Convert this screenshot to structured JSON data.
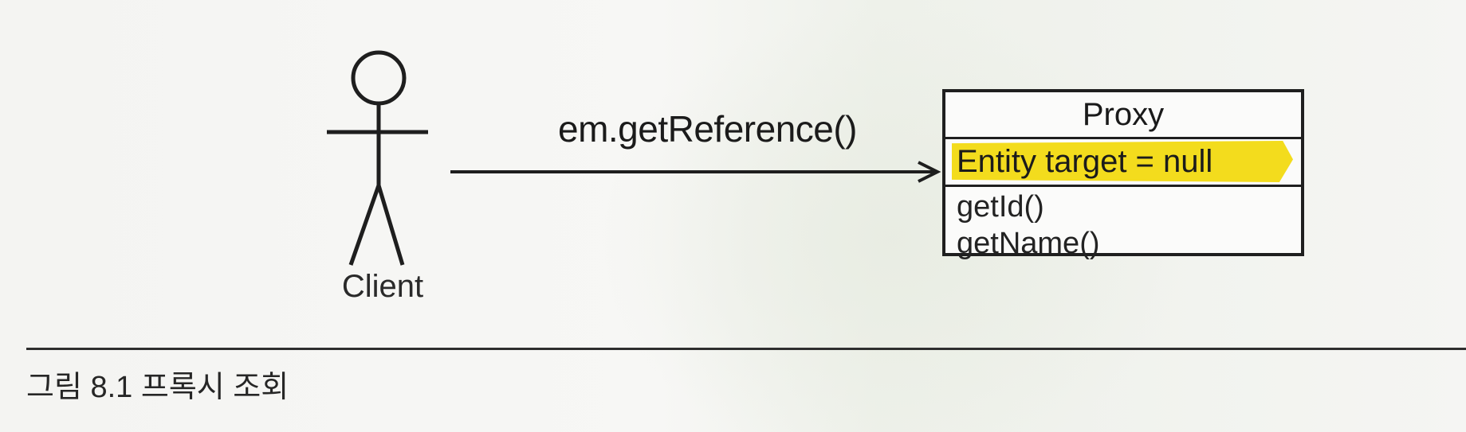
{
  "diagram": {
    "actor": {
      "label": "Client"
    },
    "message": {
      "label": "em.getReference()"
    },
    "proxy_class": {
      "name": "Proxy",
      "attribute": "Entity target = null",
      "methods": [
        "getId()",
        "getName()"
      ],
      "highlight_color": "#f3dc1d"
    }
  },
  "caption": {
    "text": "그림 8.1 프록시 조회"
  }
}
